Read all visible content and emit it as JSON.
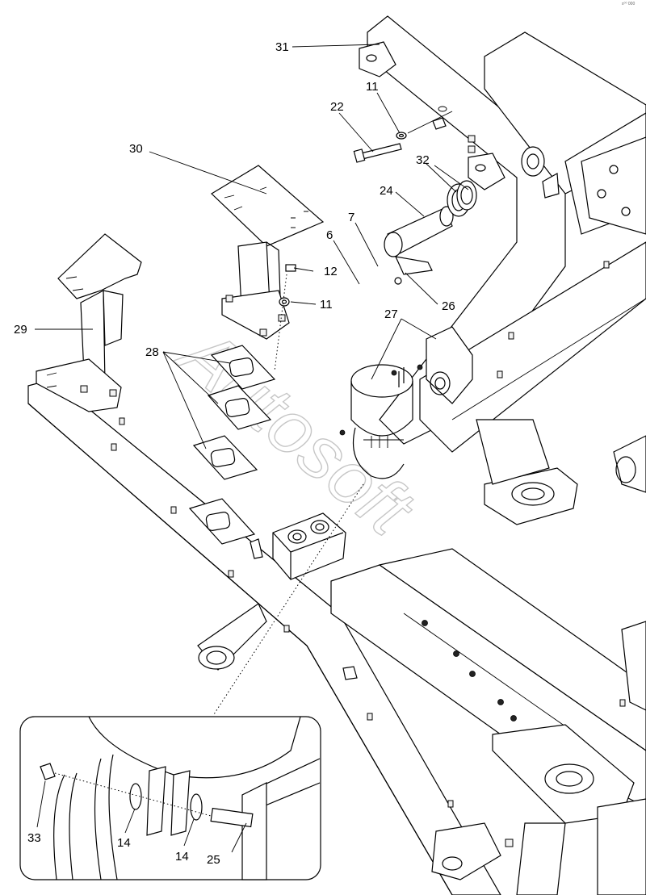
{
  "diagram": {
    "watermark": "Autosoft",
    "corner_code": "s⁰⁰ 000",
    "callouts": {
      "c31": "31",
      "c11a": "11",
      "c22": "22",
      "c30": "30",
      "c32": "32",
      "c24": "24",
      "c7": "7",
      "c6": "6",
      "c12": "12",
      "c11b": "11",
      "c26": "26",
      "c29": "29",
      "c27": "27",
      "c28": "28",
      "c33": "33",
      "c14a": "14",
      "c14b": "14",
      "c25": "25"
    }
  }
}
